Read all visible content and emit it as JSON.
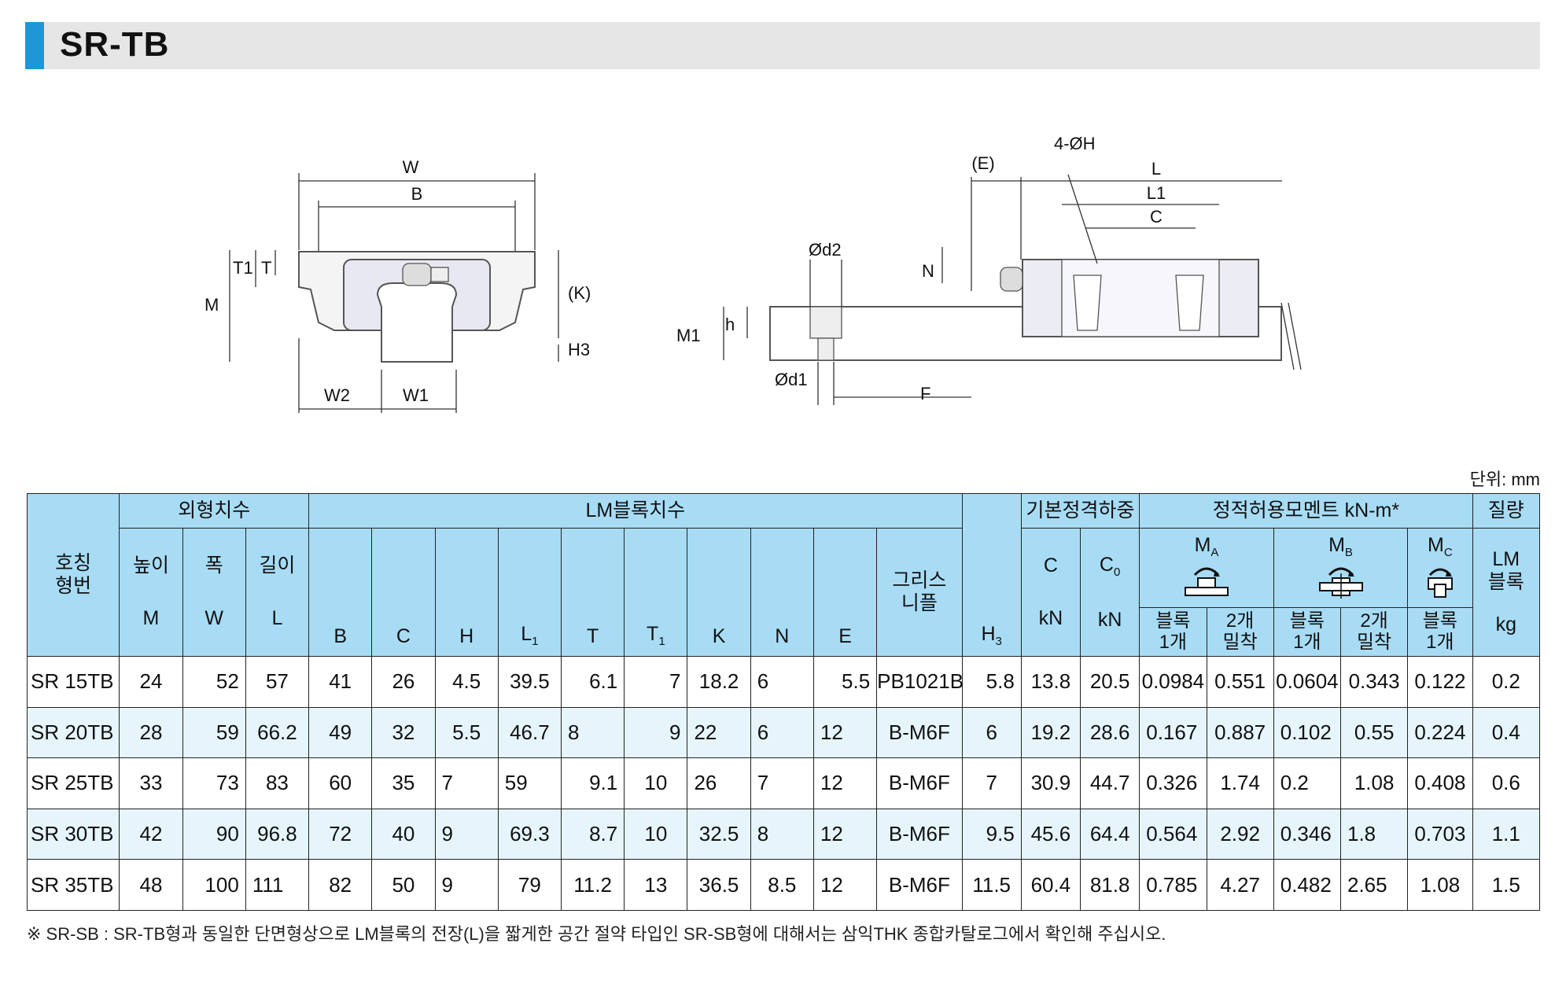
{
  "title": "SR-TB",
  "unit_label": "단위: mm",
  "footnote": "※ SR-SB : SR-TB형과 동일한 단면형상으로 LM블록의 전장(L)을 짧게한 공간 절약 타입인 SR-SB형에 대해서는 삼익THK 종합카탈로그에서 확인해 주십시오.",
  "drawing": {
    "front": {
      "W": "W",
      "B": "B",
      "T1": "T1",
      "T": "T",
      "M": "M",
      "K": "(K)",
      "H3": "H3",
      "W2": "W2",
      "W1": "W1"
    },
    "side": {
      "E": "(E)",
      "H4": "4-ØH",
      "L": "L",
      "L1": "L1",
      "C": "C",
      "N": "N",
      "d2": "Ød2",
      "h": "h",
      "M1": "M1",
      "d1": "Ød1",
      "F": "F"
    }
  },
  "table": {
    "groups": {
      "model": "호칭\n형번",
      "outer": "외형치수",
      "lm": "LM블록치수",
      "load": "기본정격하중",
      "moment": "정적허용모멘트 kN-m*",
      "mass": "질량"
    },
    "sub": {
      "height": "높이",
      "width": "폭",
      "length": "길이",
      "grease": "그리스\n니플",
      "c": "C",
      "c0": "C0",
      "ma": "MA",
      "mb": "MB",
      "mc": "MC",
      "one_block": "블록\n1개",
      "two_close": "2개\n밀착",
      "lm_block": "LM\n블록"
    },
    "symbols": [
      "M",
      "W",
      "L",
      "B",
      "C",
      "H",
      "L1",
      "T",
      "T1",
      "K",
      "N",
      "E",
      "H3",
      "kN",
      "kN",
      "kg"
    ],
    "rows": [
      {
        "model": "SR 15TB",
        "M": "24",
        "W": "52",
        "L": "57",
        "B": "41",
        "C": "26",
        "H": "4.5",
        "L1": "39.5",
        "T": "6.1",
        "T1": "7",
        "K": "18.2",
        "N": "6",
        "E": "5.5",
        "grease": "PB1021B",
        "H3": "5.8",
        "Cr": "13.8",
        "C0": "20.5",
        "MA1": "0.0984",
        "MA2": "0.551",
        "MB1": "0.0604",
        "MB2": "0.343",
        "MC1": "0.122",
        "mass": "0.2"
      },
      {
        "model": "SR 20TB",
        "M": "28",
        "W": "59",
        "L": "66.2",
        "B": "49",
        "C": "32",
        "H": "5.5",
        "L1": "46.7",
        "T": "8",
        "T1": "9",
        "K": "22",
        "N": "6",
        "E": "12",
        "grease": "B-M6F",
        "H3": "6",
        "Cr": "19.2",
        "C0": "28.6",
        "MA1": "0.167",
        "MA2": "0.887",
        "MB1": "0.102",
        "MB2": "0.55",
        "MC1": "0.224",
        "mass": "0.4"
      },
      {
        "model": "SR 25TB",
        "M": "33",
        "W": "73",
        "L": "83",
        "B": "60",
        "C": "35",
        "H": "7",
        "L1": "59",
        "T": "9.1",
        "T1": "10",
        "K": "26",
        "N": "7",
        "E": "12",
        "grease": "B-M6F",
        "H3": "7",
        "Cr": "30.9",
        "C0": "44.7",
        "MA1": "0.326",
        "MA2": "1.74",
        "MB1": "0.2",
        "MB2": "1.08",
        "MC1": "0.408",
        "mass": "0.6"
      },
      {
        "model": "SR 30TB",
        "M": "42",
        "W": "90",
        "L": "96.8",
        "B": "72",
        "C": "40",
        "H": "9",
        "L1": "69.3",
        "T": "8.7",
        "T1": "10",
        "K": "32.5",
        "N": "8",
        "E": "12",
        "grease": "B-M6F",
        "H3": "9.5",
        "Cr": "45.6",
        "C0": "64.4",
        "MA1": "0.564",
        "MA2": "2.92",
        "MB1": "0.346",
        "MB2": "1.8",
        "MC1": "0.703",
        "mass": "1.1"
      },
      {
        "model": "SR 35TB",
        "M": "48",
        "W": "100",
        "L": "111",
        "B": "82",
        "C": "50",
        "H": "9",
        "L1": "79",
        "T": "11.2",
        "T1": "13",
        "K": "36.5",
        "N": "8.5",
        "E": "12",
        "grease": "B-M6F",
        "H3": "11.5",
        "Cr": "60.4",
        "C0": "81.8",
        "MA1": "0.785",
        "MA2": "4.27",
        "MB1": "0.482",
        "MB2": "2.65",
        "MC1": "1.08",
        "mass": "1.5"
      }
    ]
  }
}
